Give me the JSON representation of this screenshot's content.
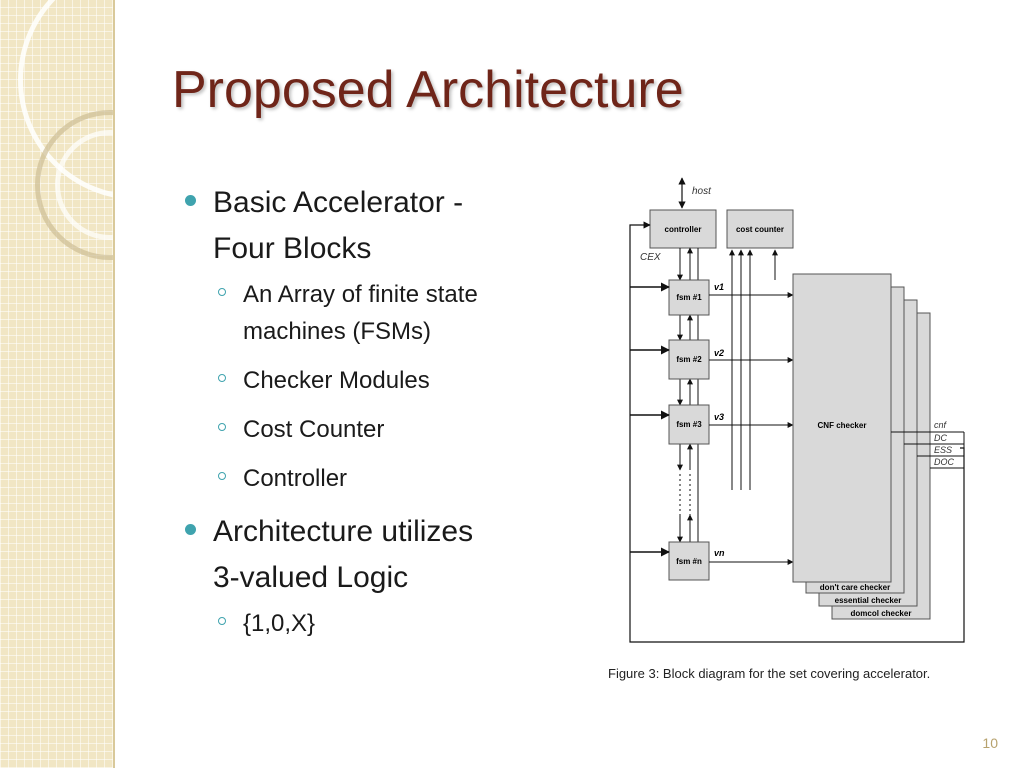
{
  "slide": {
    "title": "Proposed Architecture",
    "page_number": "10",
    "bullets": [
      {
        "text_line1": "Basic Accelerator -",
        "text_line2": "Four Blocks",
        "sub": [
          {
            "line1": "An Array of finite state",
            "line2": "machines (FSMs)"
          },
          {
            "line1": "Checker Modules"
          },
          {
            "line1": "Cost Counter"
          },
          {
            "line1": "Controller"
          }
        ]
      },
      {
        "text_line1": "Architecture utilizes",
        "text_line2": "3-valued Logic",
        "sub": [
          {
            "line1": "{1,0,X}"
          }
        ]
      }
    ]
  },
  "diagram": {
    "host": "host",
    "controller": "controller",
    "cost_counter": "cost counter",
    "cex": "CEX",
    "fsms": [
      {
        "label": "fsm #1",
        "signal": "v1"
      },
      {
        "label": "fsm #2",
        "signal": "v2"
      },
      {
        "label": "fsm #3",
        "signal": "v3"
      },
      {
        "label": "fsm #n",
        "signal": "vn"
      }
    ],
    "checkers": {
      "cnf": "CNF checker",
      "dont_care": "don't care checker",
      "essential": "essential checker",
      "domcol": "domcol checker"
    },
    "outputs": [
      "cnf",
      "DC",
      "ESS",
      "DOC"
    ],
    "caption": "Figure 3: Block diagram for the set covering accelerator."
  }
}
